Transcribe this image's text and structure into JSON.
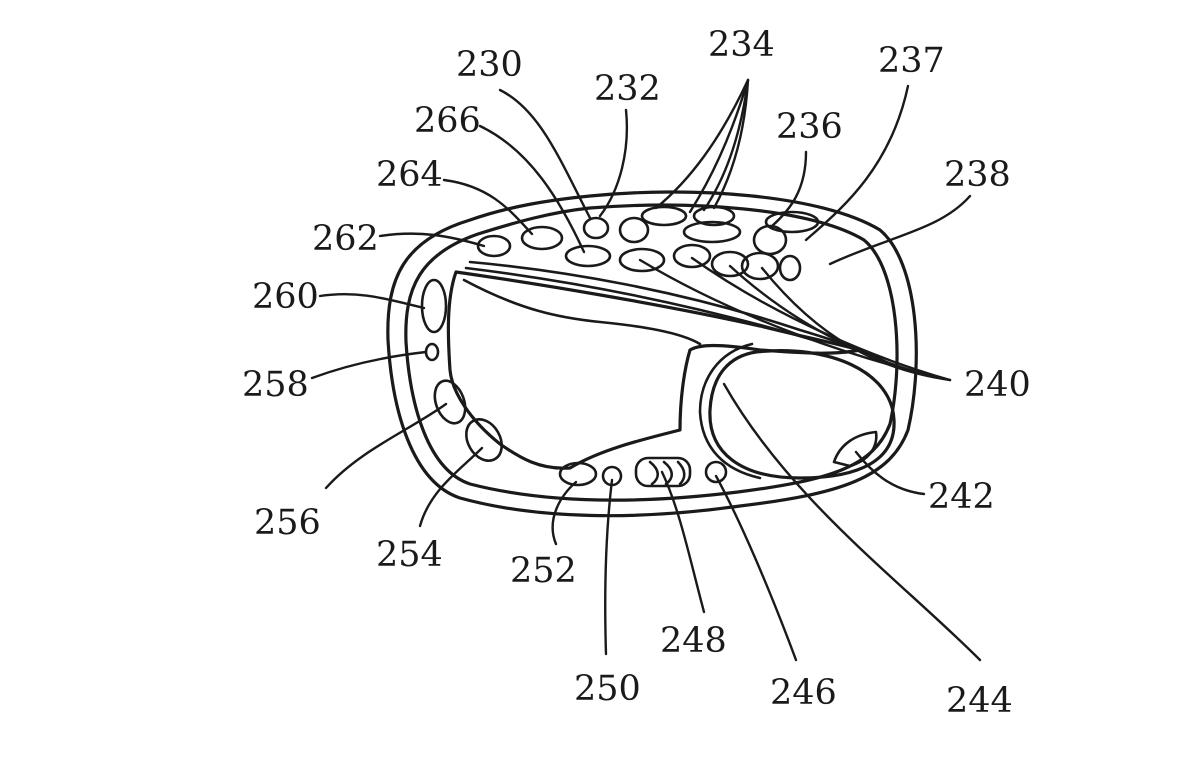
{
  "labels": {
    "l230": "230",
    "l232": "232",
    "l234": "234",
    "l236": "236",
    "l237": "237",
    "l238": "238",
    "l240": "240",
    "l242": "242",
    "l244": "244",
    "l246": "246",
    "l248": "248",
    "l250": "250",
    "l252": "252",
    "l254": "254",
    "l256": "256",
    "l258": "258",
    "l260": "260",
    "l262": "262",
    "l264": "264",
    "l266": "266"
  }
}
